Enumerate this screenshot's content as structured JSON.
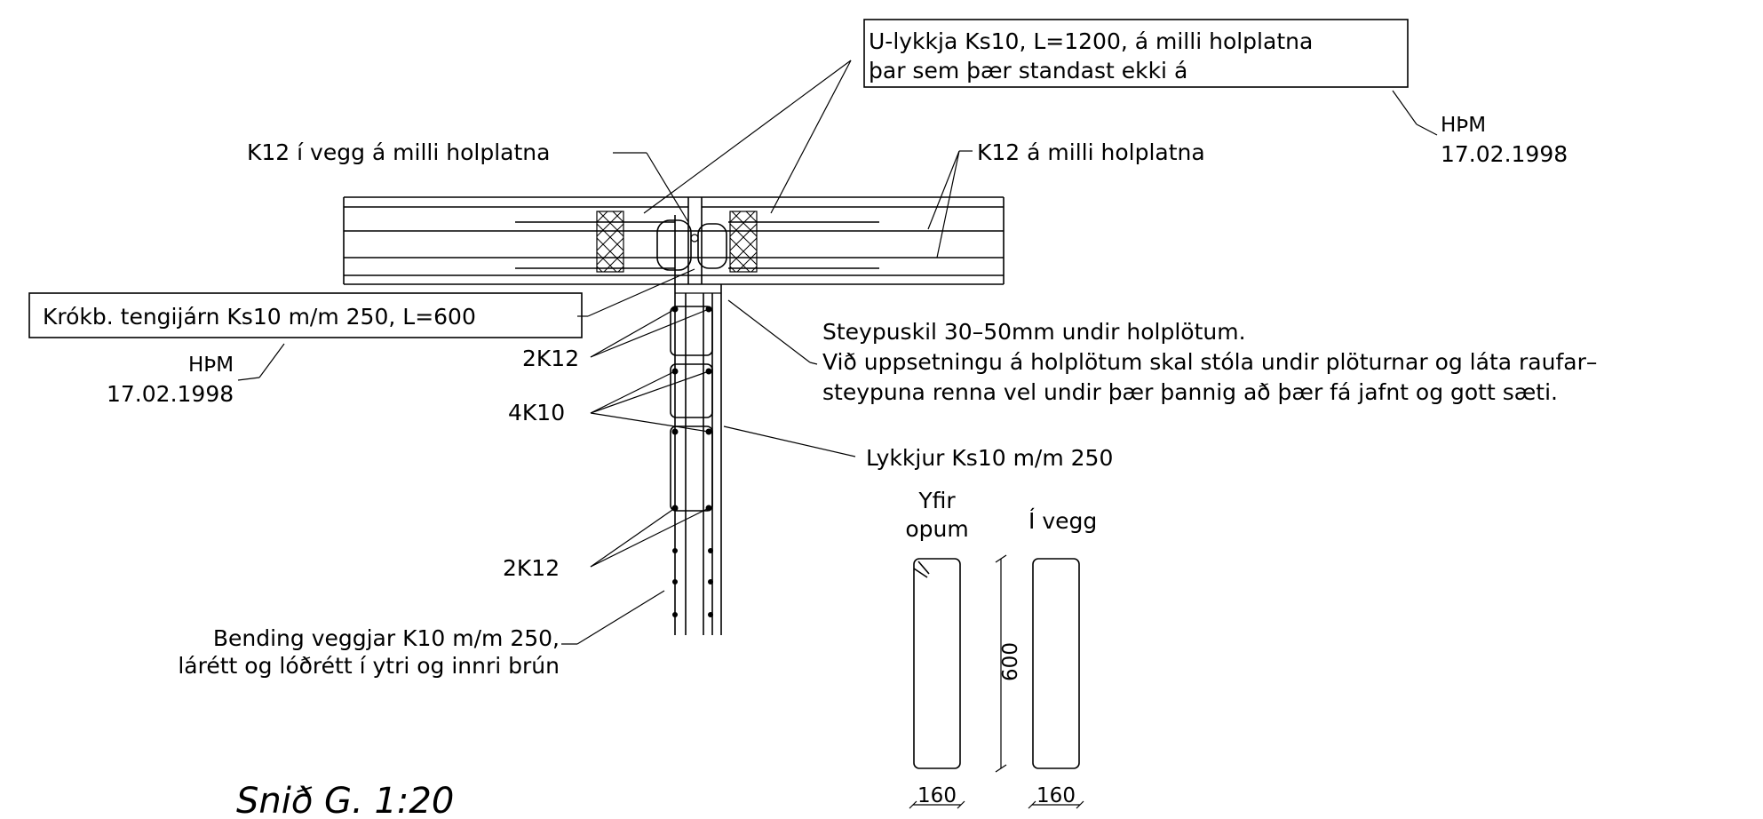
{
  "labels": {
    "u_loop_line1": "U-lykkja Ks10, L=1200, á milli holplatna",
    "u_loop_line2": "þar sem þær standast ekki á",
    "revision_top_initials": "HÞM",
    "revision_top_date": "17.02.1998",
    "k12_wall": "K12 í vegg á milli holplatna",
    "k12_between": "K12 á milli holplatna",
    "hook_bar": "Krókb. tengijárn Ks10 m/m 250, L=600",
    "revision_left_initials": "HÞM",
    "revision_left_date": "17.02.1998",
    "two_k12_upper": "2K12",
    "four_k10": "4K10",
    "two_k12_lower": "2K12",
    "wall_reinf_line1": "Bending veggjar K10 m/m 250,",
    "wall_reinf_line2": "lárétt og lóðrétt í ytri og innri brún",
    "note_line1": "Steypuskil 30–50mm undir holplötum.",
    "note_line2": "Við uppsetningu á holplötum skal stóla undir plöturnar og láta raufar–",
    "note_line3": "steypuna renna vel undir þær þannig að þær fá jafnt og gott sæti.",
    "loops": "Lykkjur Ks10 m/m 250",
    "detail_over_openings_line1": "Yfir",
    "detail_over_openings_line2": "opum",
    "detail_in_wall": "Í vegg",
    "dim_height": "600",
    "dim_width_left": "160",
    "dim_width_right": "160",
    "section_title": "Snið G. 1:20"
  }
}
